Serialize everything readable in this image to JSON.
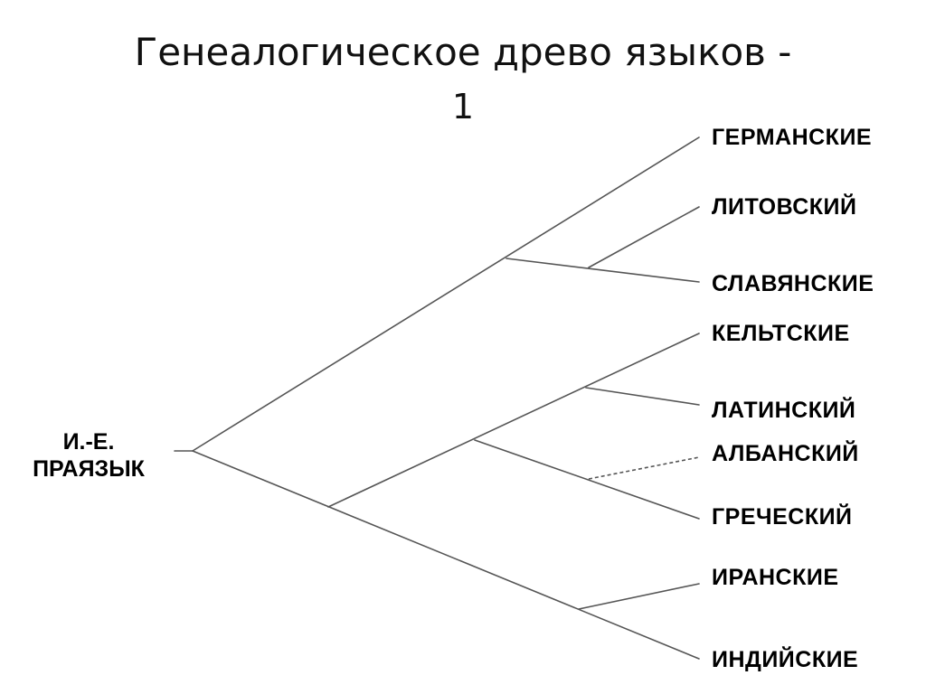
{
  "title": {
    "line1": "Генеалогическое древо языков -",
    "line2": "1"
  },
  "root": {
    "line1": "И.-Е.",
    "line2": "ПРАЯЗЫК"
  },
  "leaves": [
    "ГЕРМАНСКИЕ",
    "ЛИТОВСКИЙ",
    "СЛАВЯНСКИЕ",
    "КЕЛЬТСКИЕ",
    "ЛАТИНСКИЙ",
    "АЛБАНСКИЙ",
    "ГРЕЧЕСКИЙ",
    "ИРАНСКИЕ",
    "ИНДИЙСКИЕ"
  ],
  "colors": {
    "line": "#555555",
    "text": "#000000"
  }
}
